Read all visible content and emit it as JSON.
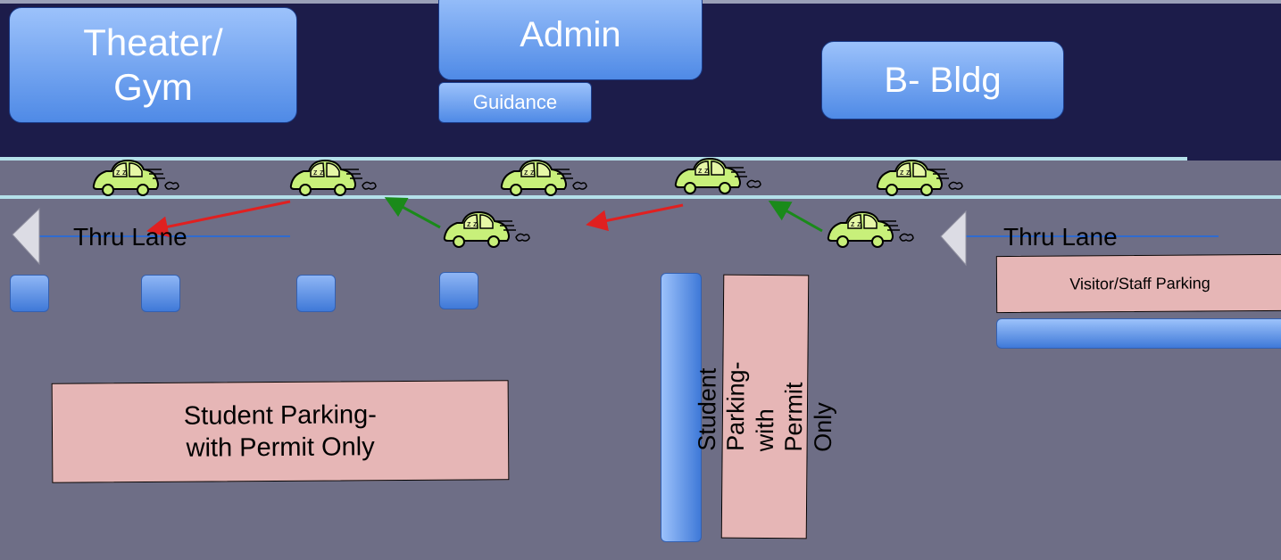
{
  "buildings": {
    "theater_gym": "Theater/\nGym",
    "admin": "Admin",
    "guidance": "Guidance",
    "b_bldg": "B- Bldg"
  },
  "lanes": {
    "left_label": "Thru Lane",
    "right_label": "Thru Lane"
  },
  "signs": {
    "visitor_staff": "Visitor/Staff Parking",
    "student_left": "Student Parking-\nwith Permit Only",
    "student_vertical": "Student Parking-\nwith Permit Only"
  },
  "colors": {
    "background": "#6e6e86",
    "top_band": "#1c1c4a",
    "building_blue": "#4f8ae6",
    "sign_pink": "#e6b6b6",
    "curb_line": "#b4e0ea",
    "red_arrow": "#e02020",
    "green_arrow": "#1a8a1a",
    "car_body": "#c8f07a"
  },
  "icons": [
    "car-icon",
    "arrow-left-icon",
    "triangle-left-icon"
  ]
}
